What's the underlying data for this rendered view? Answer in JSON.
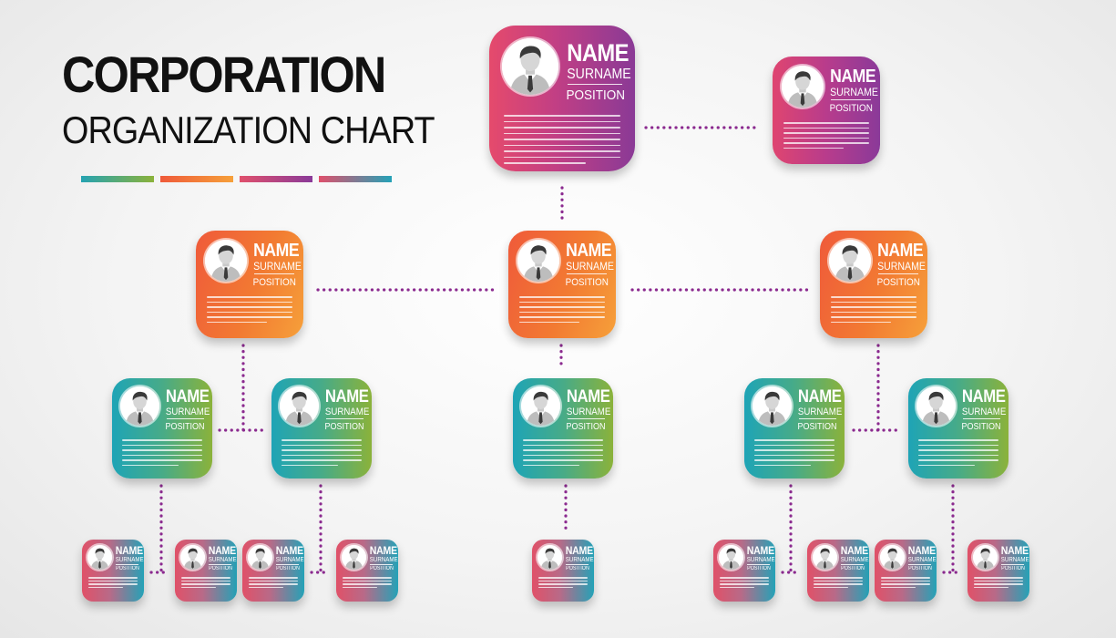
{
  "header": {
    "title": "CORPORATION",
    "subtitle": "ORGANIZATION CHART"
  },
  "header_bar_colors": [
    "#2aa3a0",
    "#f27a32",
    "#b13d8e",
    "#e0506c",
    "#2aa3a0"
  ],
  "card_label": {
    "name": "NAME",
    "surname": "SURNAME",
    "position": "POSITION"
  },
  "connector_color": "#8b2a8f",
  "avatar_icon": "person-with-tie-icon",
  "nodes": [
    {
      "id": "ceo",
      "level": 0,
      "theme": "purple"
    },
    {
      "id": "assistant",
      "level": 0,
      "theme": "magenta"
    },
    {
      "id": "manager-left",
      "level": 1,
      "theme": "orange"
    },
    {
      "id": "manager-center",
      "level": 1,
      "theme": "orange"
    },
    {
      "id": "manager-right",
      "level": 1,
      "theme": "orange"
    },
    {
      "id": "lead-1",
      "level": 2,
      "theme": "teal"
    },
    {
      "id": "lead-2",
      "level": 2,
      "theme": "teal"
    },
    {
      "id": "lead-3",
      "level": 2,
      "theme": "teal"
    },
    {
      "id": "lead-4",
      "level": 2,
      "theme": "teal"
    },
    {
      "id": "lead-5",
      "level": 2,
      "theme": "teal"
    },
    {
      "id": "staff-1",
      "level": 3,
      "theme": "pinkteal"
    },
    {
      "id": "staff-2",
      "level": 3,
      "theme": "pinkteal"
    },
    {
      "id": "staff-3",
      "level": 3,
      "theme": "pinkteal"
    },
    {
      "id": "staff-4",
      "level": 3,
      "theme": "pinkteal"
    },
    {
      "id": "staff-5",
      "level": 3,
      "theme": "pinkteal"
    },
    {
      "id": "staff-6",
      "level": 3,
      "theme": "pinkteal"
    },
    {
      "id": "staff-7",
      "level": 3,
      "theme": "pinkteal"
    },
    {
      "id": "staff-8",
      "level": 3,
      "theme": "pinkteal"
    },
    {
      "id": "staff-9",
      "level": 3,
      "theme": "pinkteal"
    }
  ],
  "edges": [
    [
      "ceo",
      "assistant"
    ],
    [
      "ceo",
      "manager-center"
    ],
    [
      "manager-center",
      "manager-left"
    ],
    [
      "manager-center",
      "manager-right"
    ],
    [
      "manager-left",
      "lead-1"
    ],
    [
      "manager-left",
      "lead-2"
    ],
    [
      "manager-center",
      "lead-3"
    ],
    [
      "manager-right",
      "lead-4"
    ],
    [
      "manager-right",
      "lead-5"
    ],
    [
      "lead-1",
      "staff-1"
    ],
    [
      "lead-1",
      "staff-2"
    ],
    [
      "lead-2",
      "staff-3"
    ],
    [
      "lead-2",
      "staff-4"
    ],
    [
      "lead-3",
      "staff-5"
    ],
    [
      "lead-4",
      "staff-6"
    ],
    [
      "lead-4",
      "staff-7"
    ],
    [
      "lead-5",
      "staff-8"
    ],
    [
      "lead-5",
      "staff-9"
    ]
  ]
}
